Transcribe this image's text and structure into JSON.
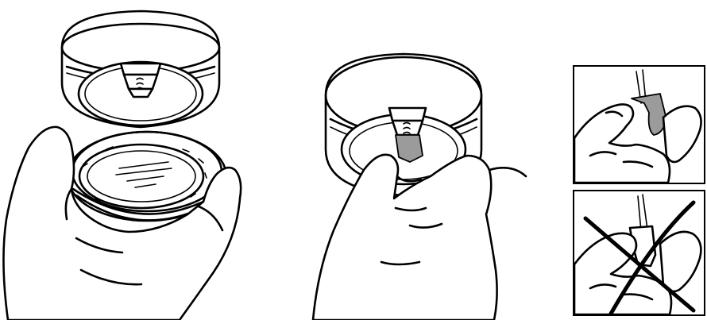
{
  "illustration": {
    "panels": [
      {
        "id": "remove-lid",
        "icon": "remove-lid-illustration"
      },
      {
        "id": "pull-tab",
        "icon": "pull-tab-illustration"
      }
    ],
    "insets": [
      {
        "id": "correct-grip",
        "icon": "correct-grip-illustration",
        "status": "correct"
      },
      {
        "id": "incorrect-grip",
        "icon": "incorrect-grip-illustration",
        "status": "incorrect",
        "mark": "cross-mark-icon"
      }
    ],
    "colors": {
      "line": "#000000",
      "background": "#ffffff",
      "tab_fill": "#9b9b9b"
    }
  }
}
